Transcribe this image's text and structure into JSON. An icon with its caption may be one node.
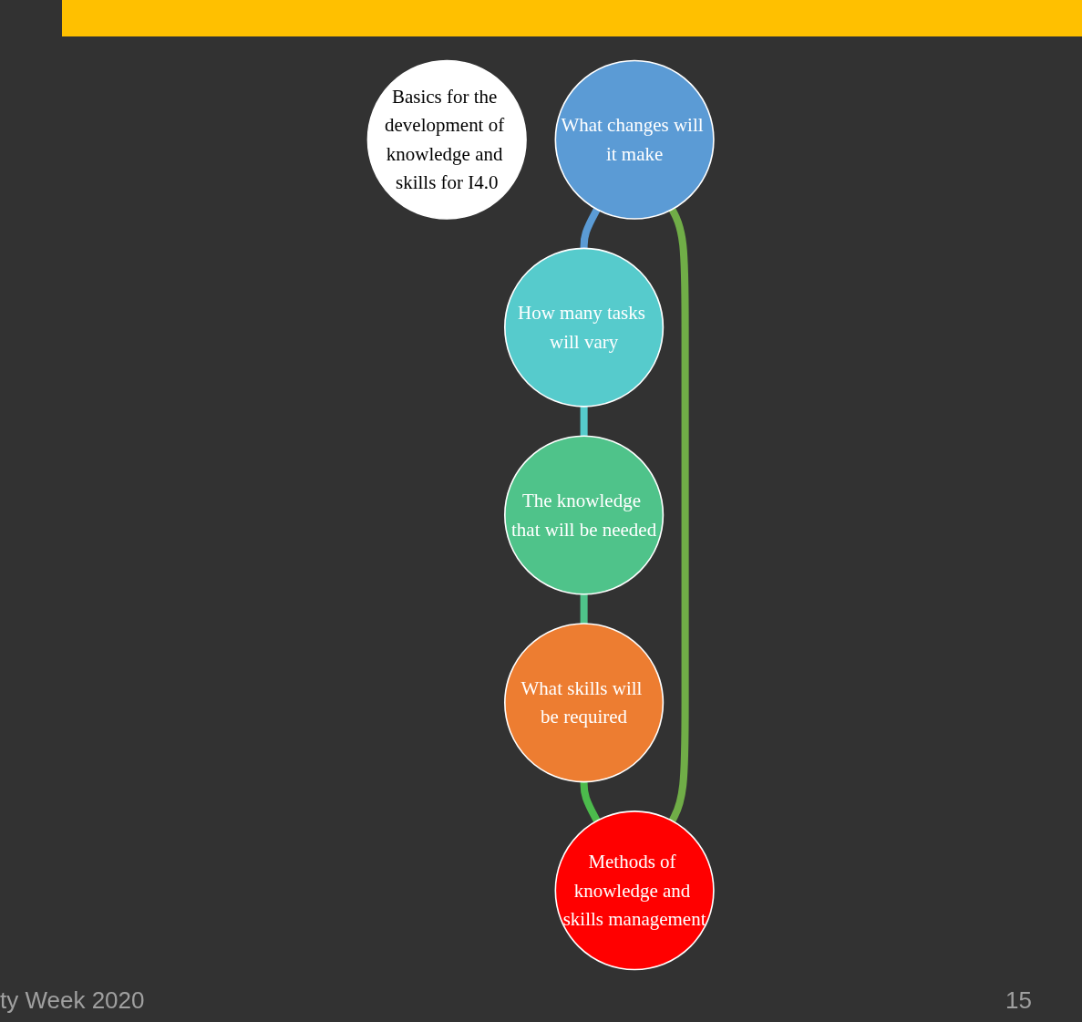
{
  "diagram": {
    "nodes": [
      {
        "text": [
          "Basics for the development of knowledge and skills for I4.0"
        ]
      },
      {
        "text": [
          "What changes will it make"
        ]
      },
      {
        "text": [
          "How many tasks will vary"
        ]
      },
      {
        "text": [
          "The knowledge that will be needed"
        ]
      },
      {
        "text": [
          "What skills will be required"
        ]
      },
      {
        "text": [
          "Methods of knowledge and skills management"
        ]
      }
    ],
    "edges": [
      {
        "from": 1,
        "to": 2,
        "arrow": "none",
        "color": "#5b9bd5"
      },
      {
        "from": 2,
        "to": 3,
        "arrow": "none",
        "color": "#56cbcc"
      },
      {
        "from": 3,
        "to": 4,
        "arrow": "none",
        "color": "#4fc38a"
      },
      {
        "from": 4,
        "to": 5,
        "arrow": "none",
        "color": "#4cbb4c"
      },
      {
        "from": 5,
        "to": 1,
        "arrow": "none",
        "color": "#70ad47"
      }
    ],
    "labels": [
      "ty Week 2020",
      "15"
    ]
  }
}
